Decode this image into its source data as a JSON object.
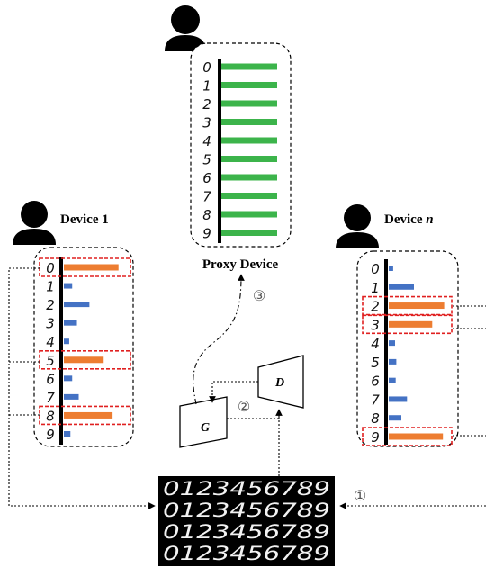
{
  "colors": {
    "proxy_bar": "#3cb44b",
    "local_bar": "#4472c4",
    "highlight_bar": "#ed7d31",
    "highlight_box": "#e02020",
    "axis": "#000000",
    "mnist_bg": "#000000"
  },
  "digits": [
    "0",
    "1",
    "2",
    "3",
    "4",
    "5",
    "6",
    "7",
    "8",
    "9"
  ],
  "proxy": {
    "label": "Proxy Device",
    "icon": "person-icon",
    "bars": [
      1,
      1,
      1,
      1,
      1,
      1,
      1,
      1,
      1,
      1
    ]
  },
  "device1": {
    "label": "Device 1",
    "icon": "person-icon",
    "bars": [
      0.92,
      0.14,
      0.43,
      0.22,
      0.09,
      0.67,
      0.14,
      0.25,
      0.82,
      0.11
    ],
    "highlighted": [
      0,
      5,
      8
    ]
  },
  "devicen": {
    "label_prefix": "Device ",
    "label_var": "n",
    "icon": "person-icon",
    "bars": [
      0.07,
      0.4,
      0.88,
      0.69,
      0.1,
      0.12,
      0.11,
      0.29,
      0.2,
      0.86
    ],
    "highlighted": [
      2,
      3,
      9
    ]
  },
  "generator": {
    "label": "G"
  },
  "discriminator": {
    "label": "D"
  },
  "steps": {
    "s1": "①",
    "s2": "②",
    "s3": "③"
  },
  "mnist_grid": {
    "rows": [
      "0123456789",
      "0123456789",
      "0123456789",
      "0123456789"
    ]
  }
}
